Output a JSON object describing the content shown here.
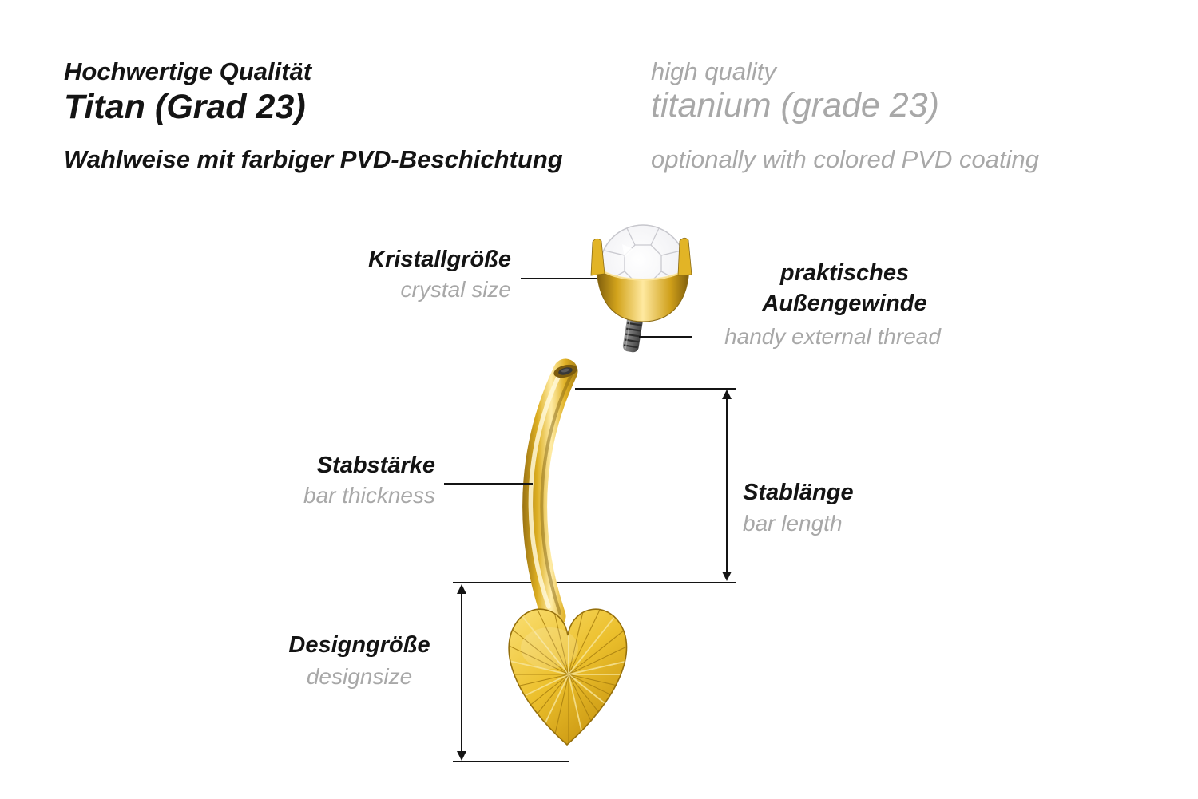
{
  "header": {
    "de": {
      "line1": "Hochwertige Qualität",
      "line2": "Titan (Grad 23)",
      "line3": "Wahlweise mit farbiger PVD-Beschichtung"
    },
    "en": {
      "line1": "high quality",
      "line2": "titanium (grade 23)",
      "line3": "optionally with colored PVD coating"
    }
  },
  "annotations": {
    "crystal_size": {
      "de": "Kristallgröße",
      "en": "crystal size"
    },
    "external_thread": {
      "de": "praktisches Außengewinde",
      "en": "handy external thread"
    },
    "bar_thickness": {
      "de": "Stabstärke",
      "en": "bar thickness"
    },
    "bar_length": {
      "de": "Stablänge",
      "en": "bar length"
    },
    "design_size": {
      "de": "Designgröße",
      "en": "designsize"
    }
  },
  "illustration": {
    "parts": [
      "crystal-in-prong-setting",
      "external-thread-screw",
      "curved-banana-bar",
      "heart-with-sunburst-engraving"
    ],
    "colors": {
      "gold": "#E3B32A",
      "gold_light": "#FFECA6",
      "gold_dark": "#8A6410",
      "crystal": "#F2F2F5",
      "thread_gray": "#5A5A5A"
    }
  },
  "colors": {
    "text_primary": "#141414",
    "text_secondary": "#A8A8A8",
    "measure_line": "#141414",
    "background": "#FFFFFF"
  }
}
